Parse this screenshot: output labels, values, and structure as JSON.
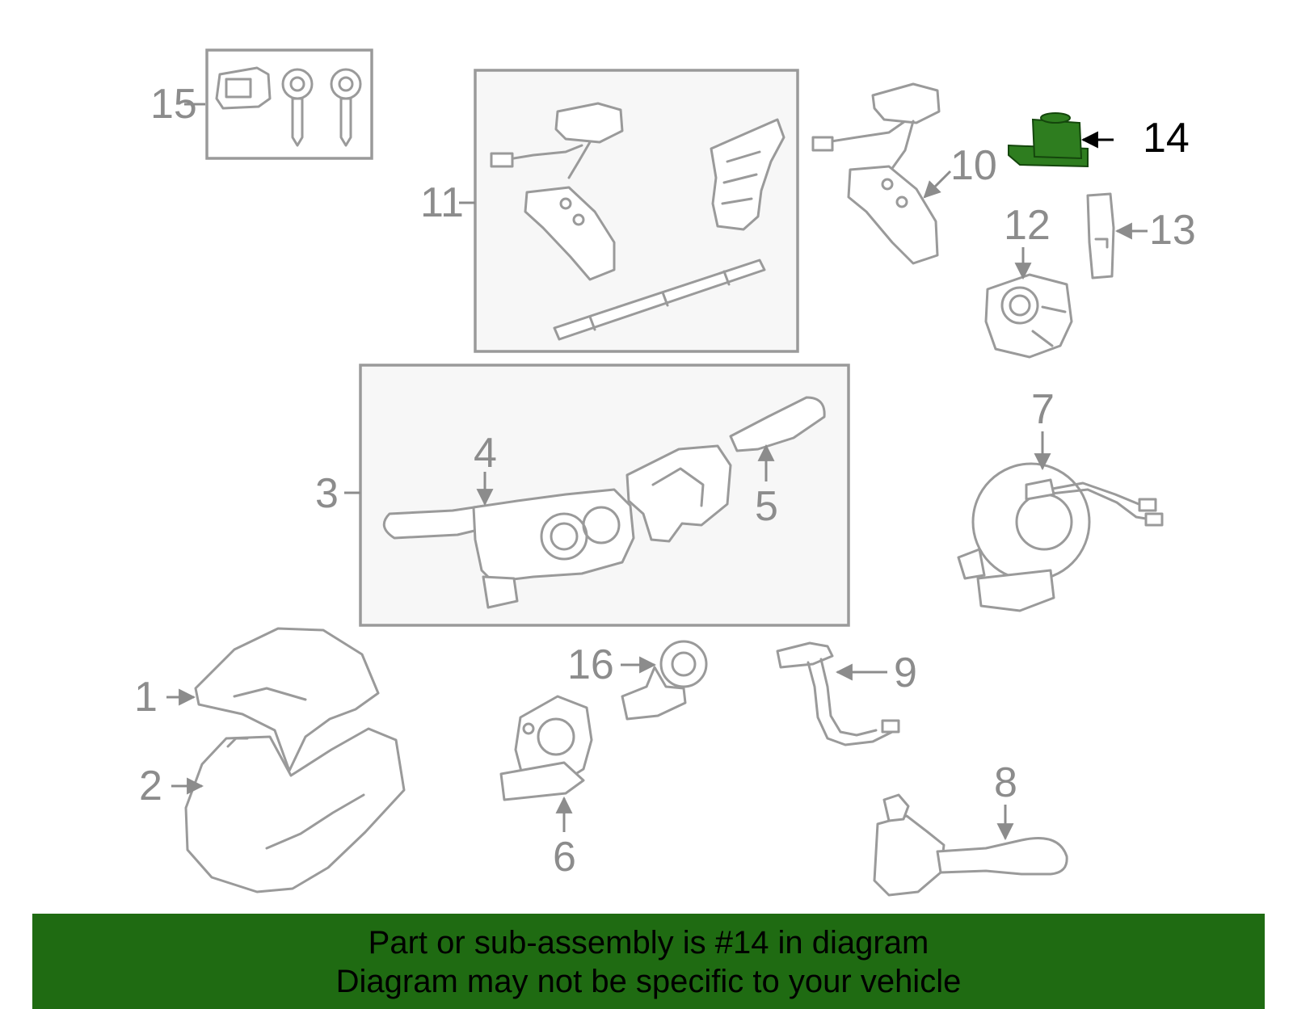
{
  "banner": {
    "line1": "Part or sub-assembly is #14 in diagram",
    "line2": "Diagram may not be specific to your vehicle",
    "color": "#1f6b12"
  },
  "diagram": {
    "highlighted_part": "14",
    "highlight_color": "#2e7d1f",
    "callouts": {
      "c1": "1",
      "c2": "2",
      "c3": "3",
      "c4": "4",
      "c5": "5",
      "c6": "6",
      "c7": "7",
      "c8": "8",
      "c9": "9",
      "c10": "10",
      "c11": "11",
      "c12": "12",
      "c13": "13",
      "c14": "14",
      "c15": "15",
      "c16": "16"
    }
  }
}
